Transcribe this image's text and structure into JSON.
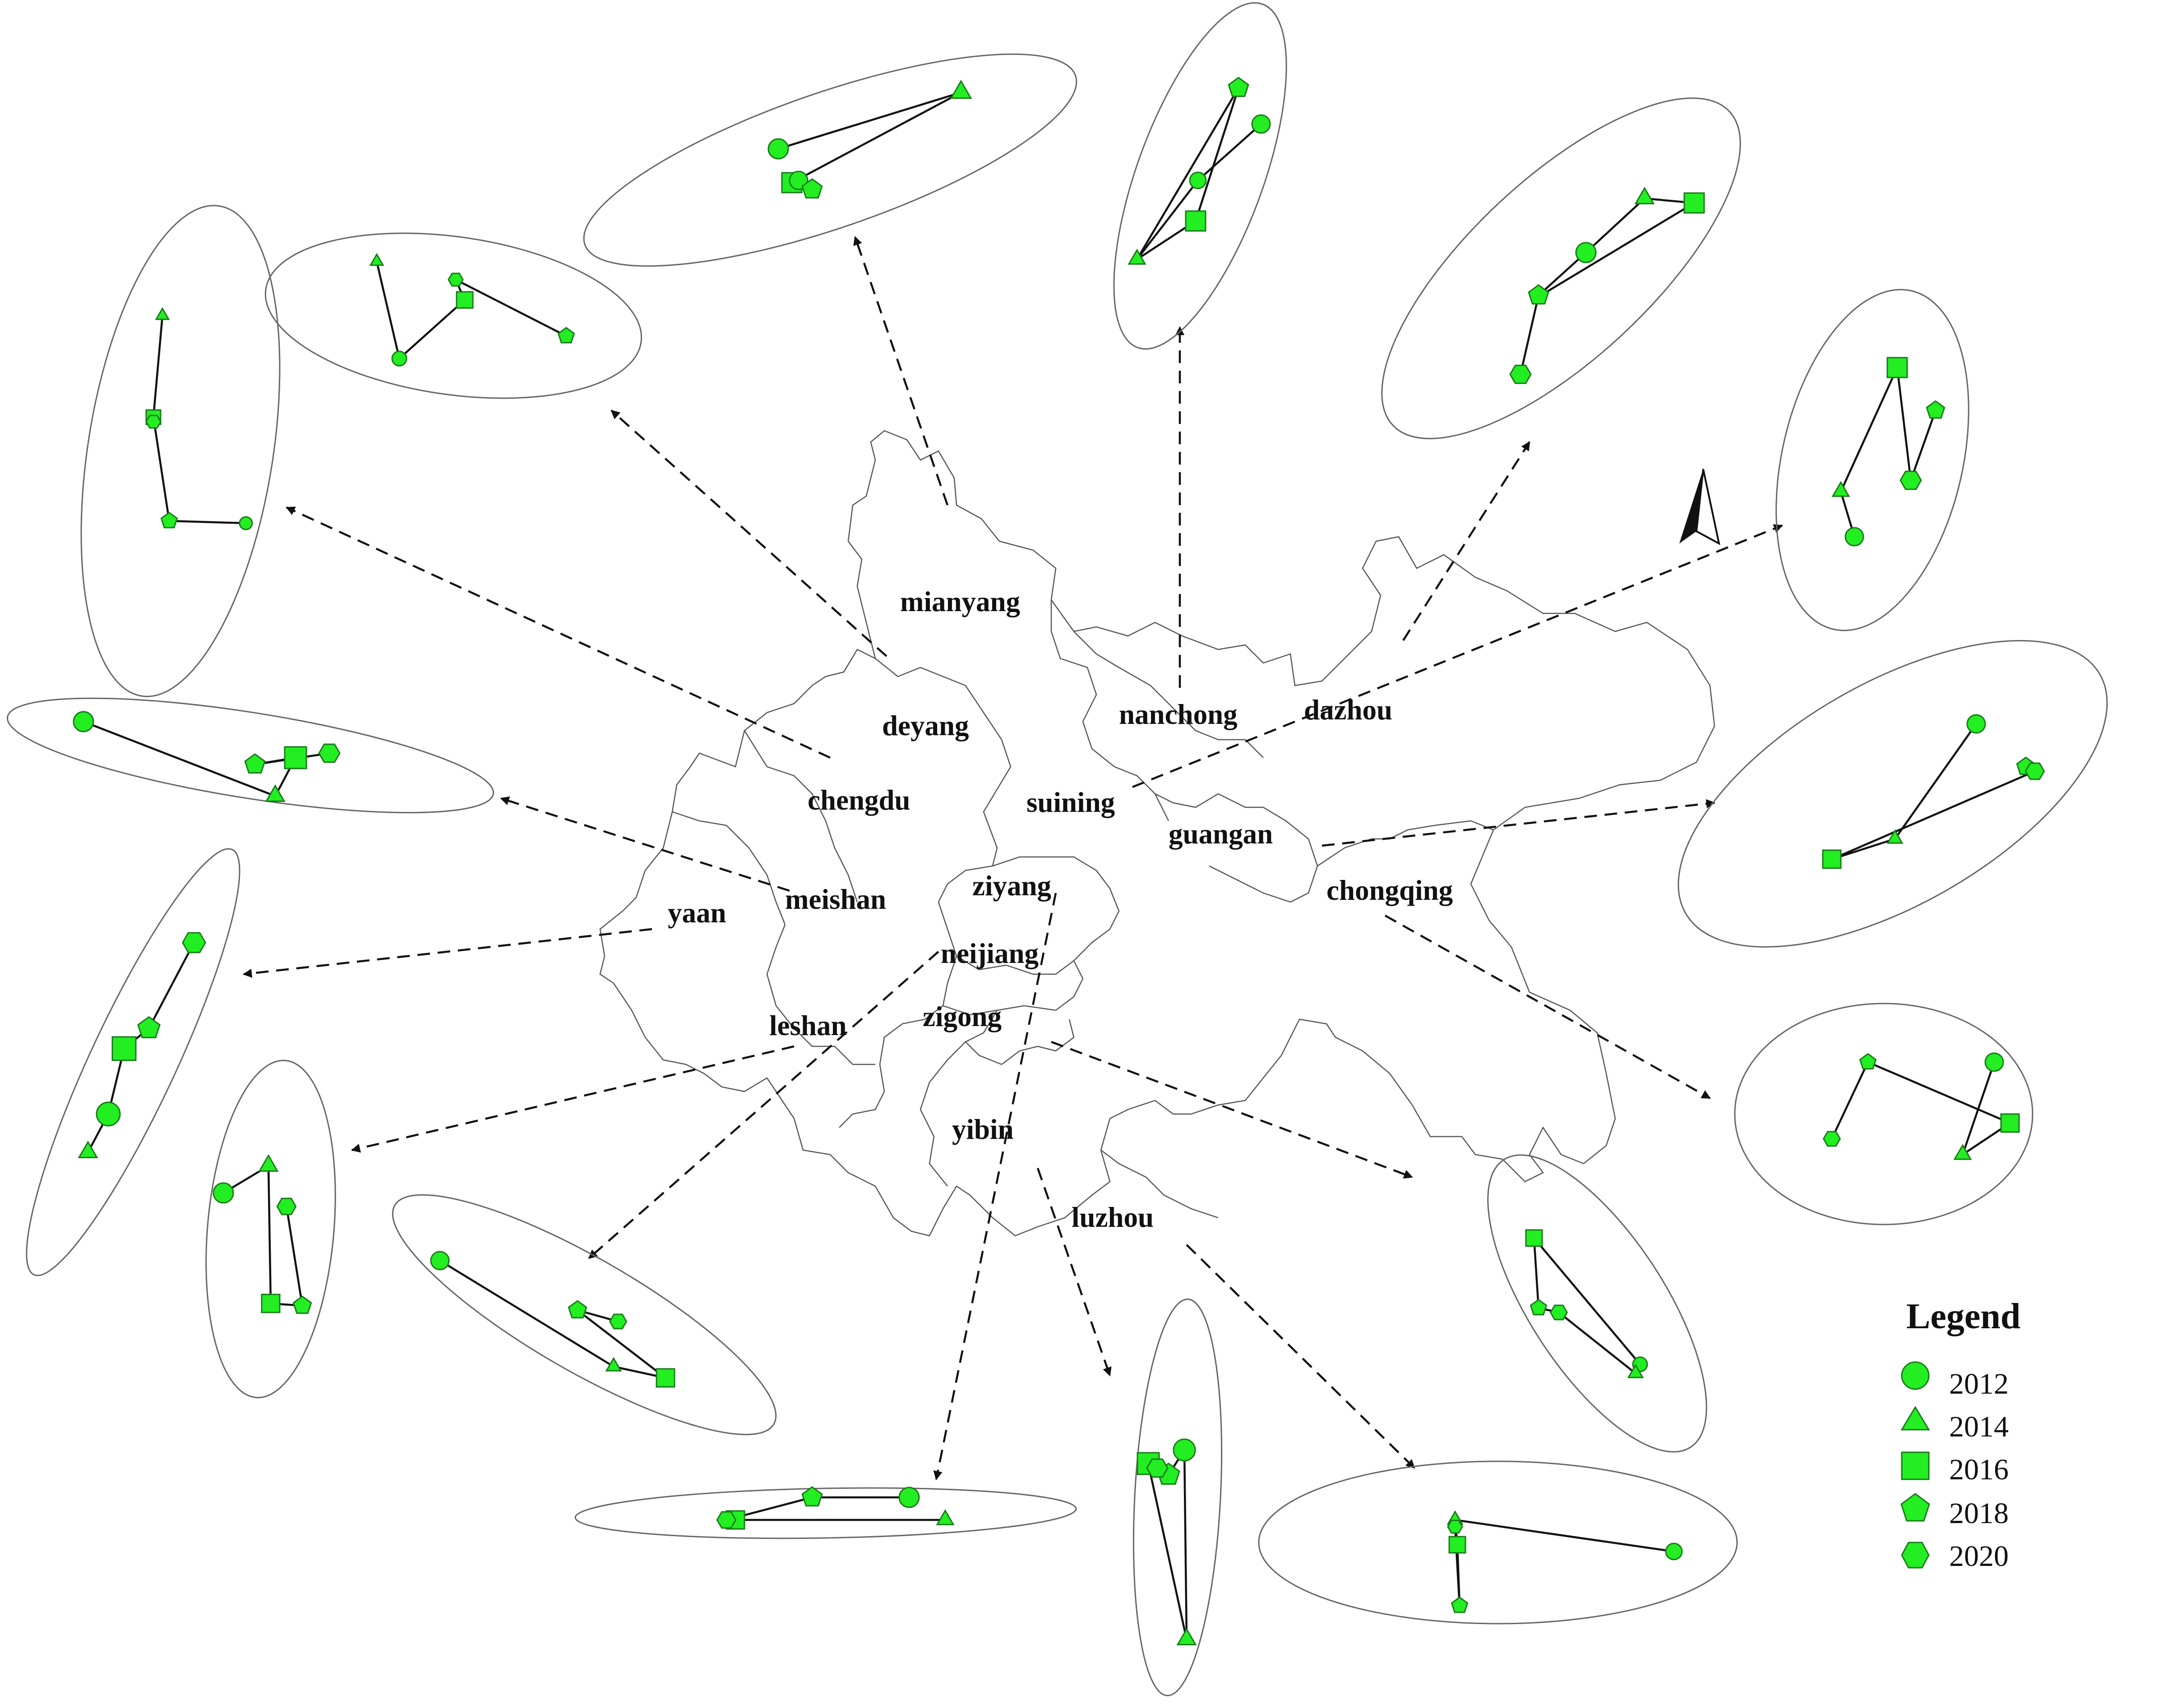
{
  "map": {
    "cities": [
      "mianyang",
      "deyang",
      "nanchong",
      "dazhou",
      "chengdu",
      "suining",
      "guangan",
      "chongqing",
      "yaan",
      "meishan",
      "ziyang",
      "neijiang",
      "leshan",
      "zigong",
      "yibin",
      "luzhou"
    ],
    "north_arrow": "north-arrow-icon"
  },
  "legend": {
    "title": "Legend",
    "items": [
      {
        "label": "2012",
        "icon": "circle-marker-icon"
      },
      {
        "label": "2014",
        "icon": "triangle-marker-icon"
      },
      {
        "label": "2016",
        "icon": "square-marker-icon"
      },
      {
        "label": "2018",
        "icon": "pentagon-marker-icon"
      },
      {
        "label": "2020",
        "icon": "hexagon-marker-icon"
      }
    ]
  },
  "colors": {
    "marker_fill": "#22ee22",
    "marker_stroke": "#1a7a1a",
    "arrow": "#111111",
    "ellipse": "#666666",
    "boundary": "#555555"
  }
}
